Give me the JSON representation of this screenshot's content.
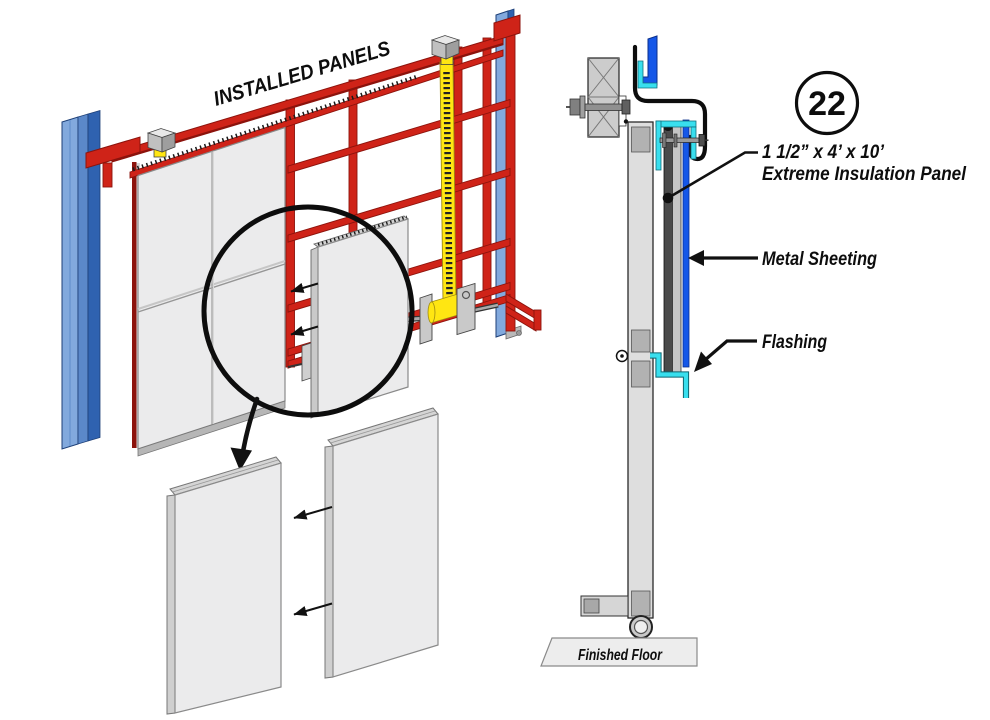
{
  "diagram": {
    "title": "INSTALLED PANELS",
    "callout_number": "22",
    "labels": {
      "insulation_size": "1 1/2” x 4’ x 10’",
      "insulation_name": "Extreme Insulation Panel",
      "metal_sheeting": "Metal Sheeting",
      "flashing": "Flashing",
      "finished_floor": "Finished Floor"
    }
  },
  "colors": {
    "frame-red": "#cf2318",
    "frame-red-dark": "#8c130c",
    "column-blue": "#82a9dd",
    "column-blue-mid": "#5b88c9",
    "column-blue-dark": "#2f62b0",
    "sheeting-blue": "#1557e8",
    "flashing-cyan": "#38dfee",
    "panel-gray": "#ebebec",
    "panel-edge": "#c9c9c9",
    "strap-yellow": "#ffe612",
    "steel-gray": "#dedede",
    "steel-gray-dark": "#b2b2b2",
    "insulation-dark": "#4a4a4a",
    "line-black": "#111111"
  }
}
